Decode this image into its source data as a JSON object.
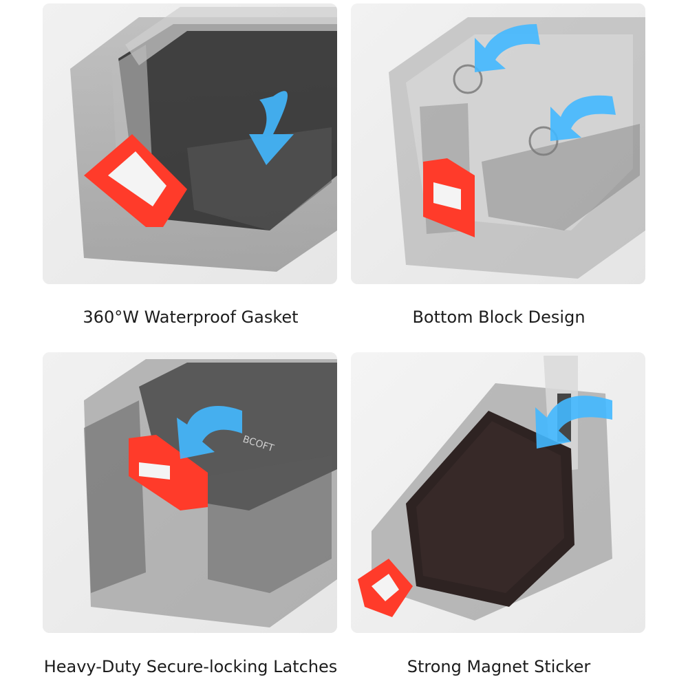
{
  "features": [
    {
      "caption": "360°W Waterproof Gasket"
    },
    {
      "caption": "Bottom Block Design"
    },
    {
      "caption": "Heavy-Duty Secure-locking Latches"
    },
    {
      "caption": "Strong Magnet Sticker"
    }
  ],
  "brand_mark": "BCOFT",
  "colors": {
    "latch": "#ff3b2a",
    "arrow": "#42b8ff",
    "case": "#8a8a8a",
    "background": "#ffffff"
  }
}
